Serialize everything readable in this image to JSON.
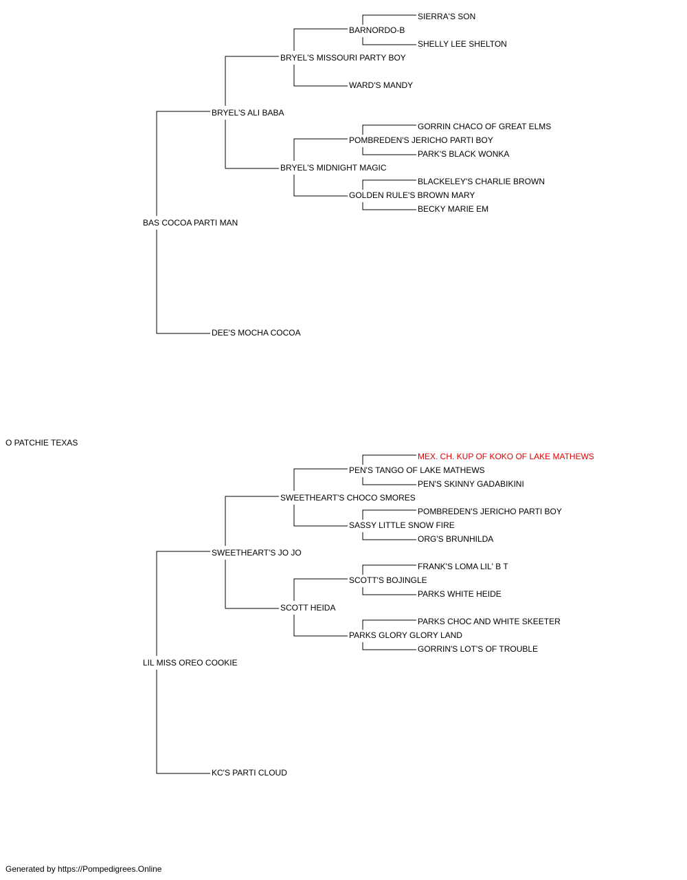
{
  "subject": "O PATCHIE TEXAS",
  "footer": "Generated by https://Pompedigrees.Online",
  "colors": {
    "text": "#000000",
    "highlight": "#e00000",
    "line": "#000000"
  },
  "pedigree": {
    "sire": {
      "name": "BAS COCOA PARTI MAN",
      "sire": {
        "name": "BRYEL'S ALI BABA",
        "sire": {
          "name": "BRYEL'S MISSOURI PARTY BOY",
          "sire": {
            "name": "BARNORDO-B",
            "sire": "SIERRA'S SON",
            "dam": "SHELLY LEE SHELTON"
          },
          "dam": {
            "name": "WARD'S MANDY"
          }
        },
        "dam": {
          "name": "BRYEL'S MIDNIGHT MAGIC",
          "sire": {
            "name": "POMBREDEN'S JERICHO PARTI BOY",
            "sire": "GORRIN CHACO OF GREAT ELMS",
            "dam": "PARK'S BLACK WONKA"
          },
          "dam": {
            "name": "GOLDEN RULE'S BROWN MARY",
            "sire": "BLACKELEY'S CHARLIE BROWN",
            "dam": "BECKY MARIE EM"
          }
        }
      },
      "dam": {
        "name": "DEE'S MOCHA COCOA"
      }
    },
    "dam": {
      "name": "LIL MISS OREO COOKIE",
      "sire": {
        "name": "SWEETHEART'S JO JO",
        "sire": {
          "name": "SWEETHEART'S CHOCO SMORES",
          "sire": {
            "name": "PEN'S TANGO OF LAKE MATHEWS",
            "sire": "MEX. CH. KUP OF KOKO OF LAKE MATHEWS",
            "dam": "PEN'S SKINNY GADABIKINI",
            "sire_titled": true
          },
          "dam": {
            "name": "SASSY LITTLE SNOW FIRE",
            "sire": "POMBREDEN'S JERICHO PARTI BOY",
            "dam": "ORG'S BRUNHILDA"
          }
        },
        "dam": {
          "name": "SCOTT HEIDA",
          "sire": {
            "name": "SCOTT'S BOJINGLE",
            "sire": "FRANK'S LOMA LIL' B T",
            "dam": "PARKS WHITE HEIDE"
          },
          "dam": {
            "name": "PARKS GLORY GLORY LAND",
            "sire": "PARKS CHOC AND WHITE SKEETER",
            "dam": "GORRIN'S LOT'S OF TROUBLE"
          }
        }
      },
      "dam": {
        "name": "KC'S PARTI CLOUD"
      }
    }
  }
}
